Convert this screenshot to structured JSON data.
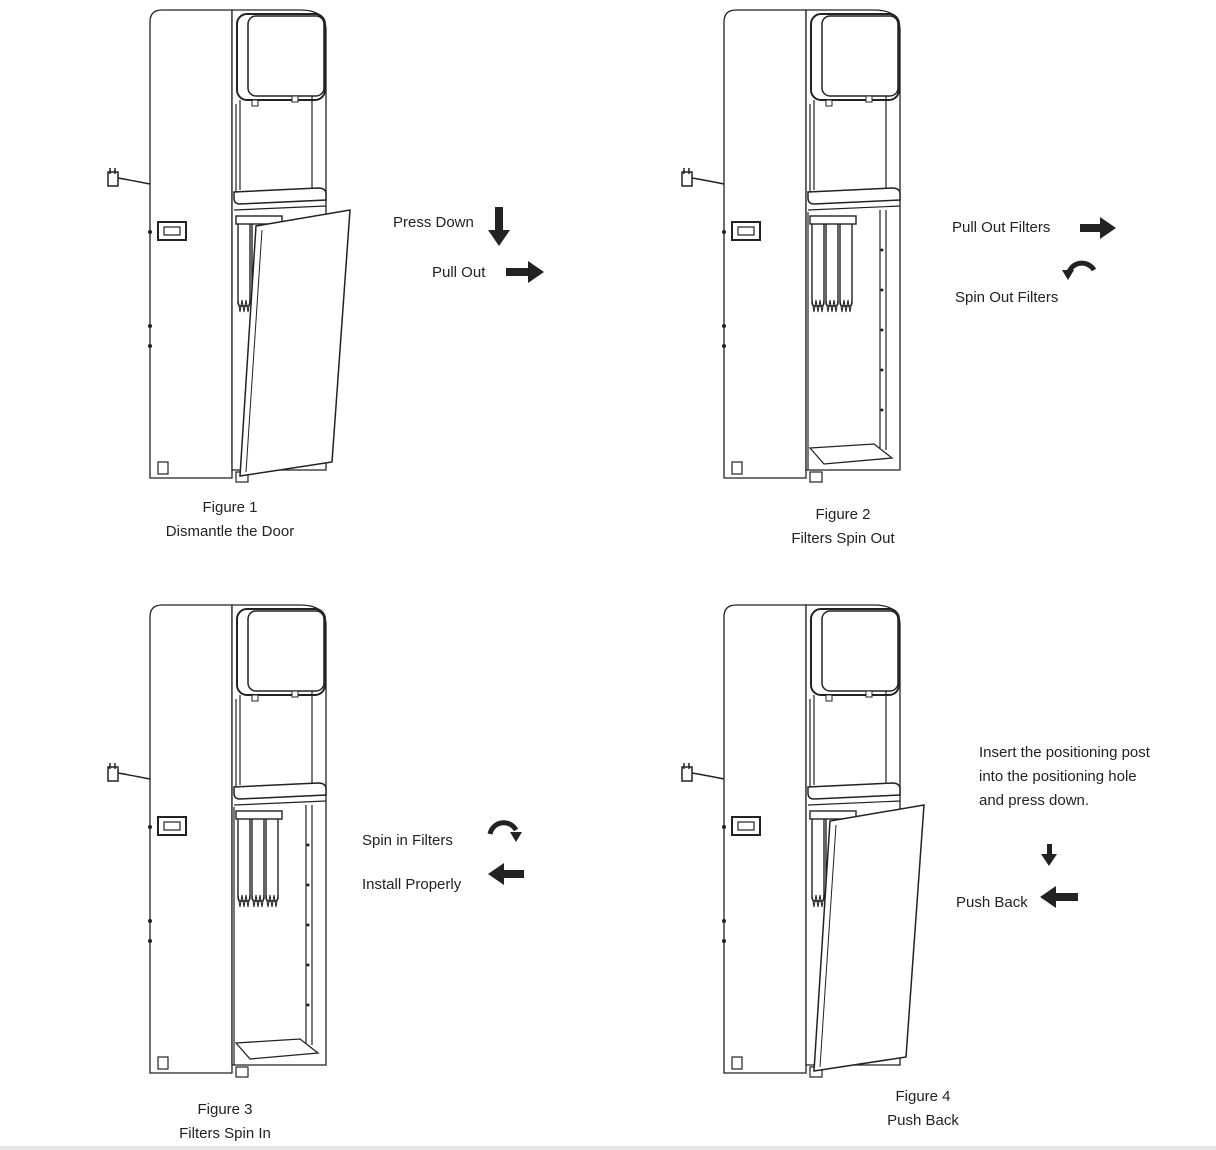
{
  "figures": [
    {
      "number_label": "Figure 1",
      "title": "Dismantle the Door",
      "annotations": [
        "Press Down",
        "Pull Out"
      ]
    },
    {
      "number_label": "Figure 2",
      "title": "Filters Spin Out",
      "annotations": [
        "Pull Out Filters",
        "Spin Out Filters"
      ]
    },
    {
      "number_label": "Figure 3",
      "title": "Filters Spin In",
      "annotations": [
        "Spin in Filters",
        "Install Properly"
      ]
    },
    {
      "number_label": "Figure 4",
      "title": "Push Back",
      "annotations": [
        "Insert the positioning post",
        "into the positioning hole",
        "and press down.",
        "Push Back"
      ]
    }
  ],
  "icons": [
    "arrow-down-icon",
    "arrow-right-icon",
    "arrow-left-icon",
    "rotate-icon"
  ],
  "colors": {
    "line": "#222222",
    "background": "#ffffff"
  }
}
